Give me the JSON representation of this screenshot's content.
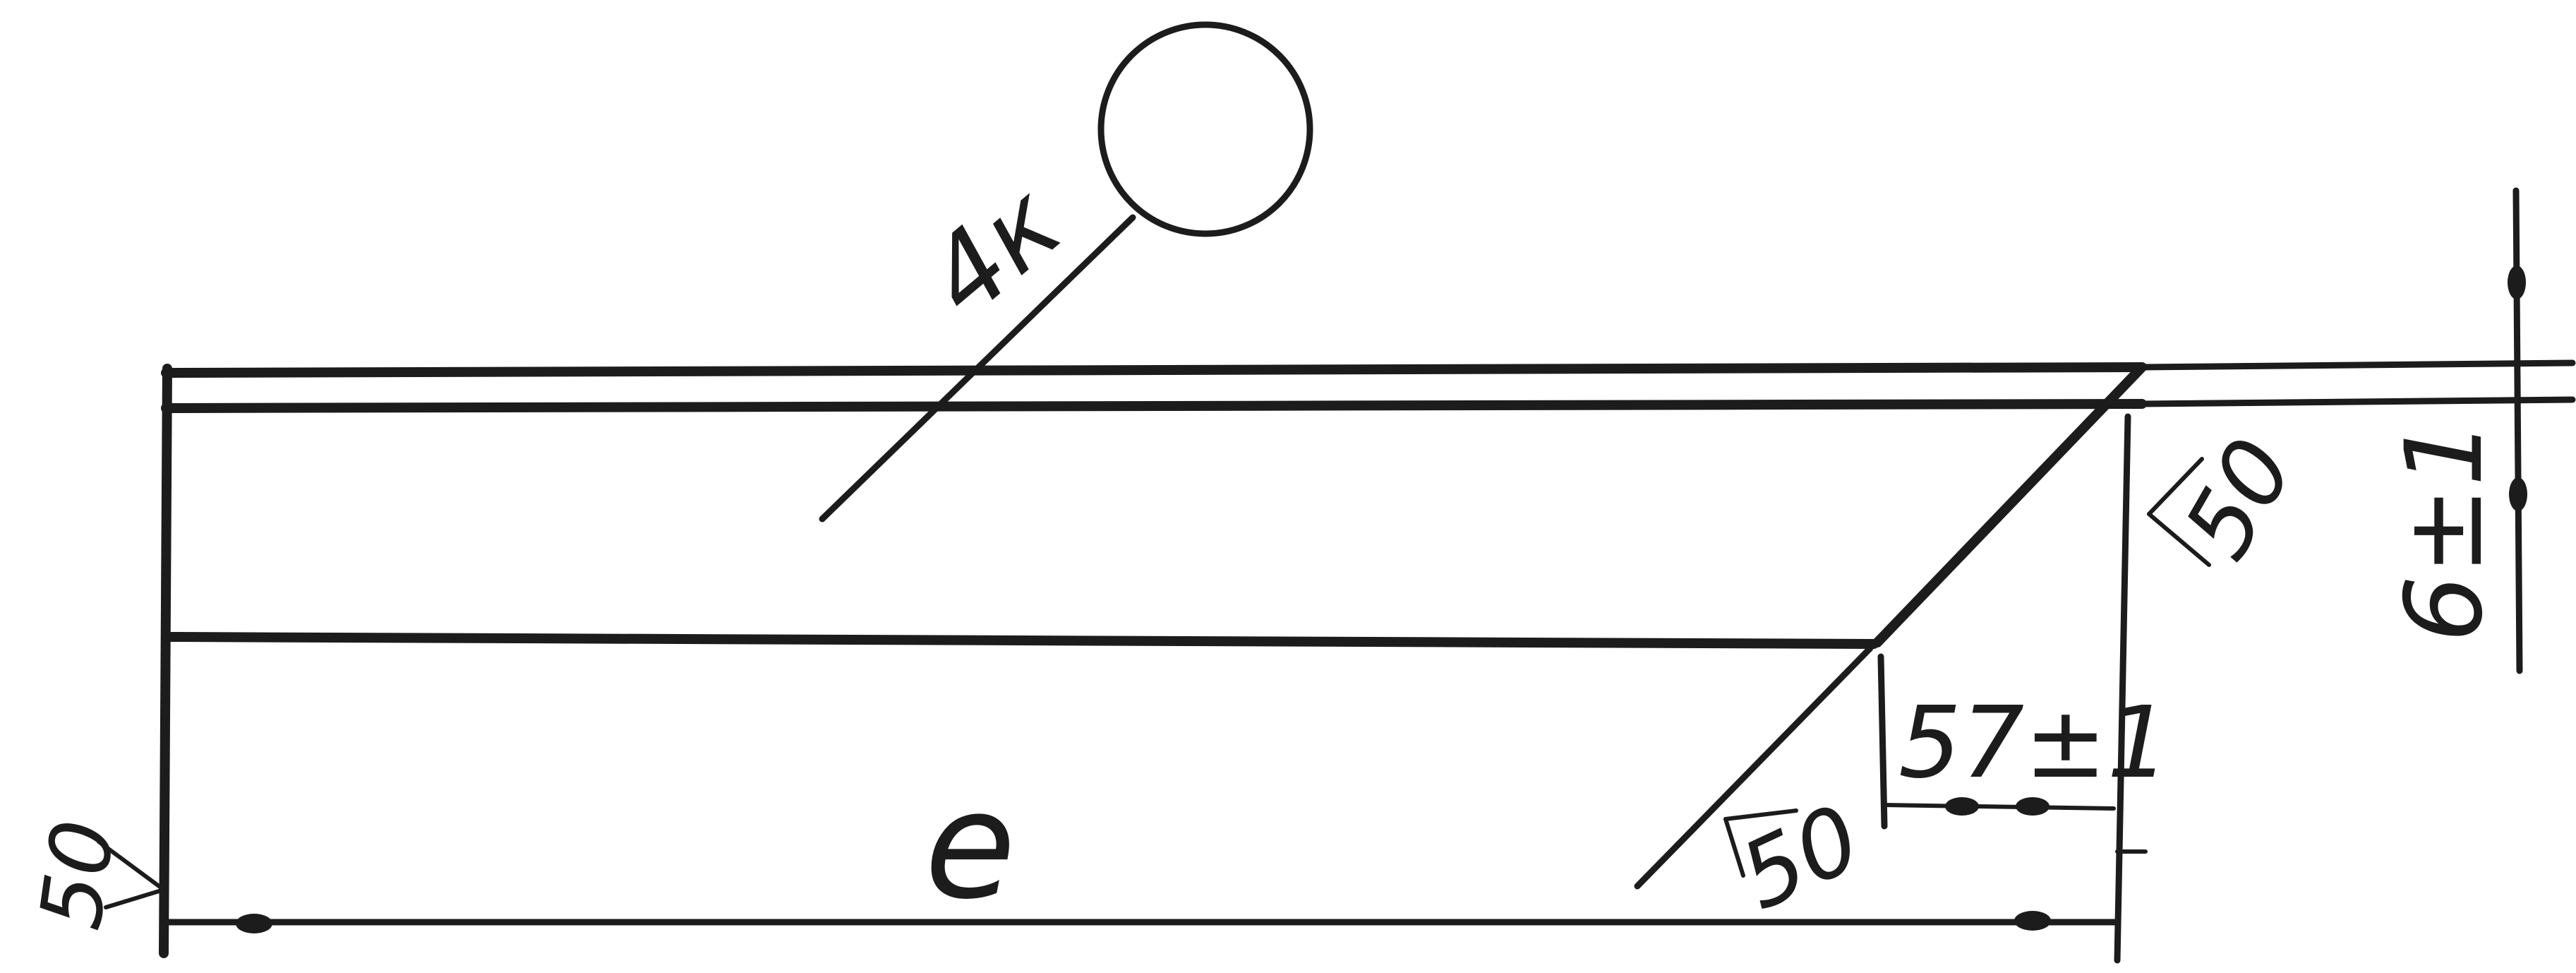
{
  "drawing": {
    "weld_symbol_label": "4к",
    "length_label": "e",
    "angle_label_left": "50",
    "angle_label_right_top": "50",
    "angle_label_bottom_middle": "50",
    "dimension_offset_label": "57±1",
    "dimension_height_label": "6±1"
  }
}
